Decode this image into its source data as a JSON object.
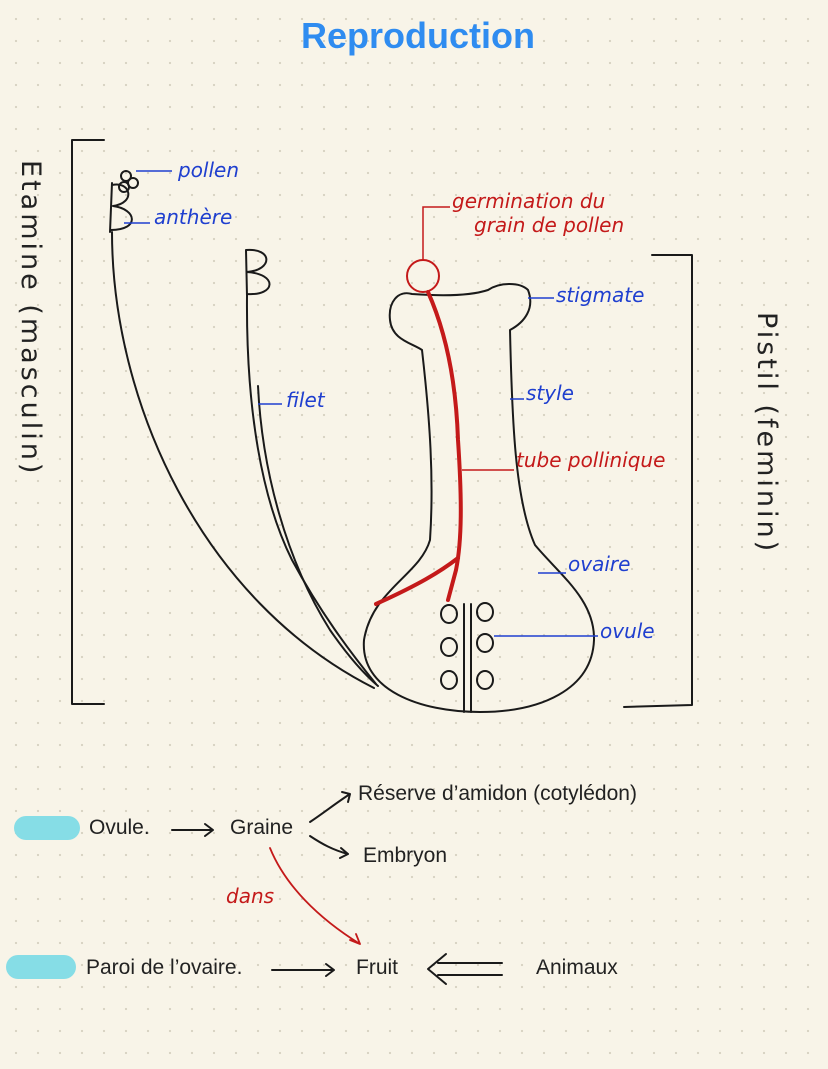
{
  "title": "Reproduction",
  "colors": {
    "title": "#2f8cf0",
    "label_blue": "#1f3fcf",
    "label_red": "#c41a1a",
    "ink": "#1a1a1a",
    "highlight": "#86dde6",
    "background": "#f8f4e8"
  },
  "labels": {
    "etamine": "Etamine (masculin)",
    "pistil": "Pistil (feminin)",
    "pollen": "pollen",
    "anthere": "anthère",
    "filet": "filet",
    "germination_1": "germination du",
    "germination_2": "grain de pollen",
    "stigmate": "stigmate",
    "style": "style",
    "tube": "tube pollinique",
    "ovaire": "ovaire",
    "ovule": "ovule"
  },
  "flow": {
    "ovule": "Ovule.",
    "graine": "Graine",
    "reserve": "Réserve d’amidon (cotylédon)",
    "embryon": "Embryon",
    "dans": "dans",
    "paroi": "Paroi de l’ovaire.",
    "fruit": "Fruit",
    "animaux": "Animaux"
  }
}
